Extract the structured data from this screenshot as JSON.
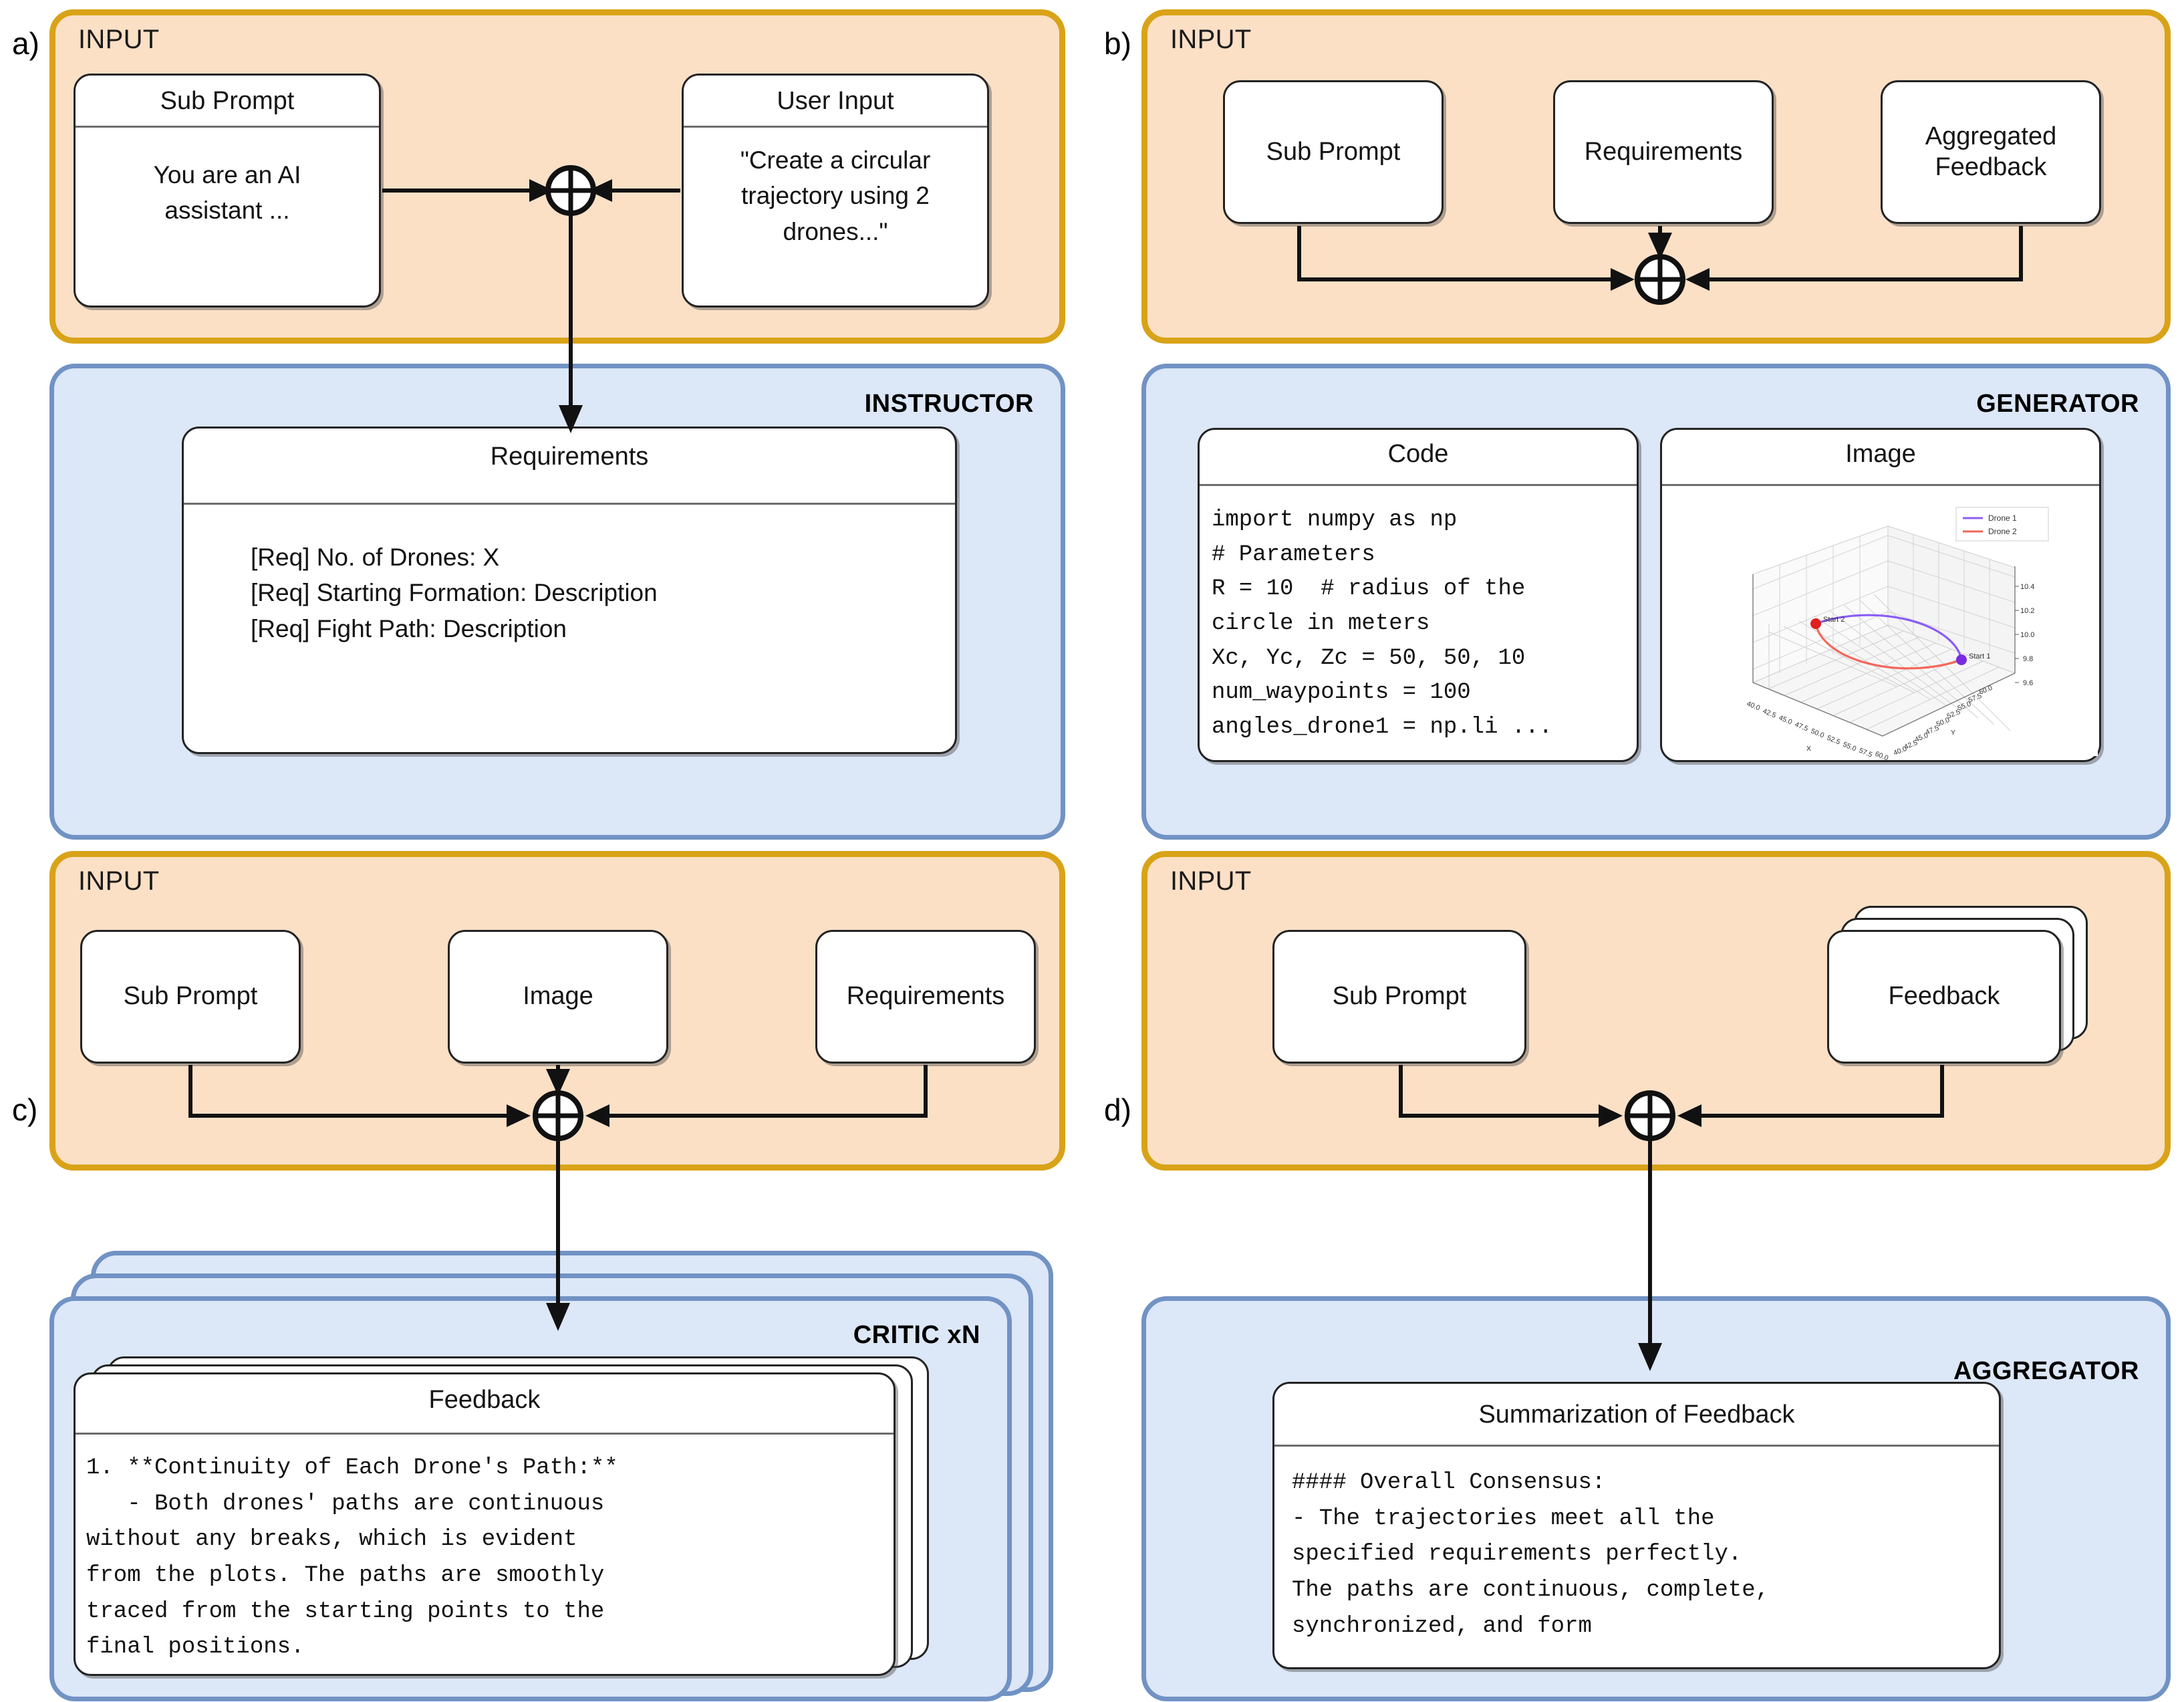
{
  "figure": {
    "panels": [
      {
        "key": "a",
        "marker": "a)",
        "input_title": "INPUT",
        "agent_title": "INSTRUCTOR",
        "input_nodes": [
          {
            "head": "Sub Prompt",
            "body": "You are an AI\nassistant ..."
          },
          {
            "head": "User Input",
            "body": "\"Create a circular\ntrajectory using 2\ndrones...\""
          }
        ],
        "agent_nodes": [
          {
            "head": "Requirements",
            "body": "[Req] No. of Drones: X\n[Req] Starting Formation: Description\n[Req] Fight Path: Description"
          }
        ]
      },
      {
        "key": "b",
        "marker": "b)",
        "input_title": "INPUT",
        "agent_title": "GENERATOR",
        "input_nodes": [
          {
            "head": "Sub Prompt"
          },
          {
            "head": "Requirements"
          },
          {
            "head": "Aggregated\nFeedback"
          }
        ],
        "agent_nodes": [
          {
            "head": "Code",
            "body": "import numpy as np\n# Parameters\nR = 10  # radius of the\ncircle in meters\nXc, Yc, Zc = 50, 50, 10\nnum_waypoints = 100\nangles_drone1 = np.li ..."
          },
          {
            "head": "Image"
          }
        ]
      },
      {
        "key": "c",
        "marker": "c)",
        "input_title": "INPUT",
        "agent_title": "CRITIC xN",
        "input_nodes": [
          {
            "head": "Sub Prompt"
          },
          {
            "head": "Image"
          },
          {
            "head": "Requirements"
          }
        ],
        "agent_nodes": [
          {
            "head": "Feedback",
            "body": "1. **Continuity of Each Drone's Path:**\n   - Both drones' paths are continuous\nwithout any breaks, which is evident\nfrom the plots. The paths are smoothly\ntraced from the starting points to the\nfinal positions."
          }
        ]
      },
      {
        "key": "d",
        "marker": "d)",
        "input_title": "INPUT",
        "agent_title": "AGGREGATOR",
        "input_nodes": [
          {
            "head": "Sub Prompt"
          },
          {
            "head": "Feedback"
          }
        ],
        "agent_nodes": [
          {
            "head": "Summarization of Feedback",
            "body": "#### Overall Consensus:\n- The trajectories meet all the\nspecified requirements perfectly.\nThe paths are continuous, complete,\nsynchronized, and form"
          }
        ]
      }
    ]
  },
  "chart_data": {
    "type": "line",
    "title": "",
    "xlabel": "X",
    "ylabel": "Y",
    "zlabel": "",
    "legend": [
      "Drone 1",
      "Drone 2"
    ],
    "legend_position": "upper right",
    "series": [
      {
        "name": "Drone 1",
        "color": "#8B5CF6",
        "shape": "circular arc (upper half of circle)",
        "start_label": "Start 1"
      },
      {
        "name": "Drone 2",
        "color": "#F4665B",
        "shape": "circular arc (lower half of circle)",
        "start_label": "Start 2"
      }
    ],
    "annotations": [
      "Start 1",
      "Start 2"
    ],
    "x_ticks": [
      "40.0",
      "42.5",
      "45.0",
      "47.5",
      "50.0",
      "52.5",
      "55.0",
      "57.5",
      "60.0"
    ],
    "y_ticks": [
      "40.0",
      "42.5",
      "45.0",
      "47.5",
      "50.0",
      "52.5",
      "55.0",
      "57.5",
      "60.0"
    ],
    "z_ticks": [
      "9.6",
      "9.8",
      "10.0",
      "10.2",
      "10.4"
    ],
    "xlim": [
      40.0,
      60.0
    ],
    "ylim": [
      40.0,
      60.0
    ],
    "zlim": [
      9.6,
      10.4
    ],
    "grid": true,
    "circle": {
      "center_x": 50,
      "center_y": 50,
      "center_z": 10,
      "radius": 10
    }
  },
  "colors": {
    "input_fill": "#FBE0C6",
    "input_border": "#D9A318",
    "agent_fill": "#DCE7F7",
    "agent_border": "#7192C4",
    "node_fill": "#FFFFFF",
    "node_border": "#232323",
    "drone1": "#8B5CF6",
    "drone2": "#F4665B"
  }
}
